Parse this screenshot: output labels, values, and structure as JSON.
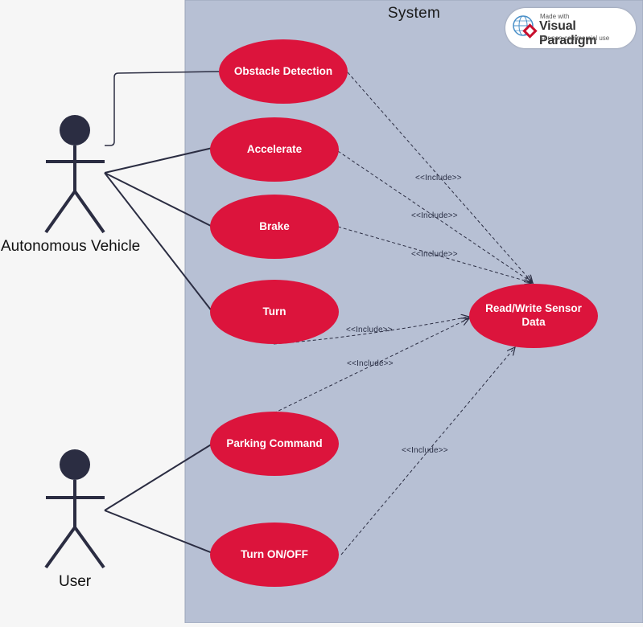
{
  "diagram": {
    "system_title": "System",
    "badge": {
      "line1": "Made with",
      "line2": "Visual Paradigm",
      "line3": "For non-commercial use"
    },
    "actors": [
      {
        "id": "autonomous-vehicle",
        "name": "Autonomous Vehicle"
      },
      {
        "id": "user",
        "name": "User"
      }
    ],
    "use_cases": [
      {
        "id": "obstacle-detection",
        "name": "Obstacle Detection"
      },
      {
        "id": "accelerate",
        "name": "Accelerate"
      },
      {
        "id": "brake",
        "name": "Brake"
      },
      {
        "id": "turn",
        "name": "Turn"
      },
      {
        "id": "parking-command",
        "name": "Parking Command"
      },
      {
        "id": "turn-on-off",
        "name": "Turn ON/OFF"
      },
      {
        "id": "read-write-sensor-data",
        "name": "Read/Write Sensor Data"
      }
    ],
    "associations": [
      {
        "from": "autonomous-vehicle",
        "to": "obstacle-detection"
      },
      {
        "from": "autonomous-vehicle",
        "to": "accelerate"
      },
      {
        "from": "autonomous-vehicle",
        "to": "brake"
      },
      {
        "from": "autonomous-vehicle",
        "to": "turn"
      },
      {
        "from": "user",
        "to": "parking-command"
      },
      {
        "from": "user",
        "to": "turn-on-off"
      }
    ],
    "includes": [
      {
        "from": "obstacle-detection",
        "to": "read-write-sensor-data",
        "label": "<<Include>>"
      },
      {
        "from": "accelerate",
        "to": "read-write-sensor-data",
        "label": "<<Include>>"
      },
      {
        "from": "brake",
        "to": "read-write-sensor-data",
        "label": "<<Include>>"
      },
      {
        "from": "turn",
        "to": "read-write-sensor-data",
        "label": "<<Include>>"
      },
      {
        "from": "parking-command",
        "to": "read-write-sensor-data",
        "label": "<<Include>>"
      },
      {
        "from": "turn-on-off",
        "to": "read-write-sensor-data",
        "label": "<<Include>>"
      }
    ],
    "colors": {
      "system_background": "#b7c0d4",
      "use_case_fill": "#dc143c",
      "actor_color": "#2b2d42",
      "line_color": "#2b2d42"
    }
  }
}
